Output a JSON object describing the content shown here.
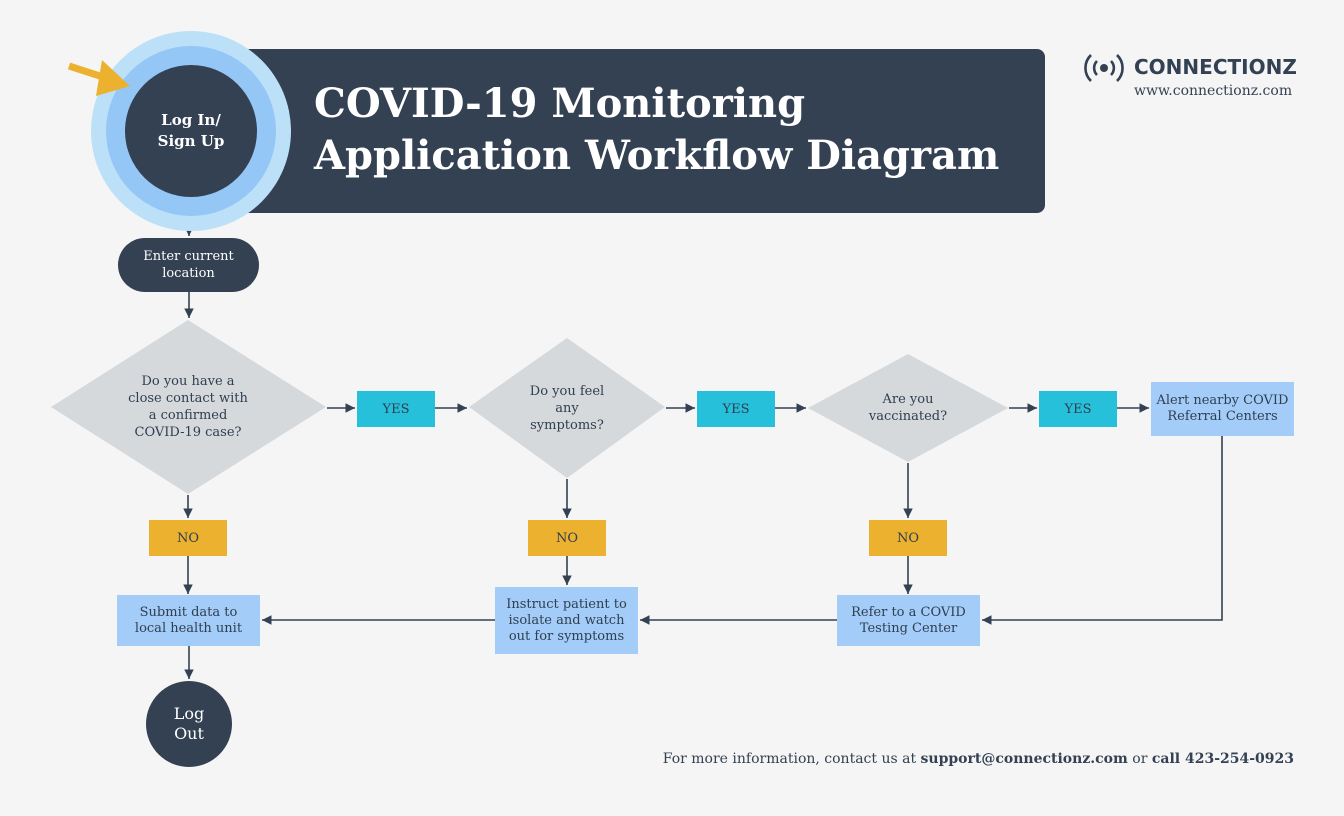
{
  "title_lines": [
    "COVID-19 Monitoring",
    "Application Workflow Diagram"
  ],
  "brand": {
    "name": "CONNECTIONZ",
    "url": "www.connectionz.com",
    "icon": "broadcast-signal-icon"
  },
  "start": {
    "lines": [
      "Log In/",
      "Sign Up"
    ]
  },
  "enter_location": {
    "lines": [
      "Enter current",
      "location"
    ]
  },
  "decisions": [
    {
      "lines": [
        "Do you have a",
        "close contact with",
        "a confirmed",
        "COVID-19 case?"
      ]
    },
    {
      "lines": [
        "Do you feel",
        "any",
        "symptoms?"
      ]
    },
    {
      "lines": [
        "Are you",
        "vaccinated?"
      ]
    }
  ],
  "yes_label": "YES",
  "no_label": "NO",
  "actions": {
    "alert": {
      "lines": [
        "Alert nearby COVID",
        "Referral Centers"
      ]
    },
    "refer": {
      "lines": [
        "Refer to a COVID",
        "Testing Center"
      ]
    },
    "isolate": {
      "lines": [
        "Instruct patient to",
        "isolate and watch",
        "out for symptoms"
      ]
    },
    "submit": {
      "lines": [
        "Submit data to",
        "local health unit"
      ]
    }
  },
  "end": {
    "lines": [
      "Log",
      "Out"
    ]
  },
  "footer": {
    "prefix": "For more information, contact us at ",
    "email": "support@connectionz.com",
    "middle": " or ",
    "phone": "call 423-254-0923"
  },
  "colors": {
    "navy": "#334152",
    "light_blue": "#a3cdf8",
    "yes": "#26c0da",
    "no": "#ecb12e",
    "diamond": "#d5d9dc",
    "arrow_accent": "#ecb12e"
  }
}
